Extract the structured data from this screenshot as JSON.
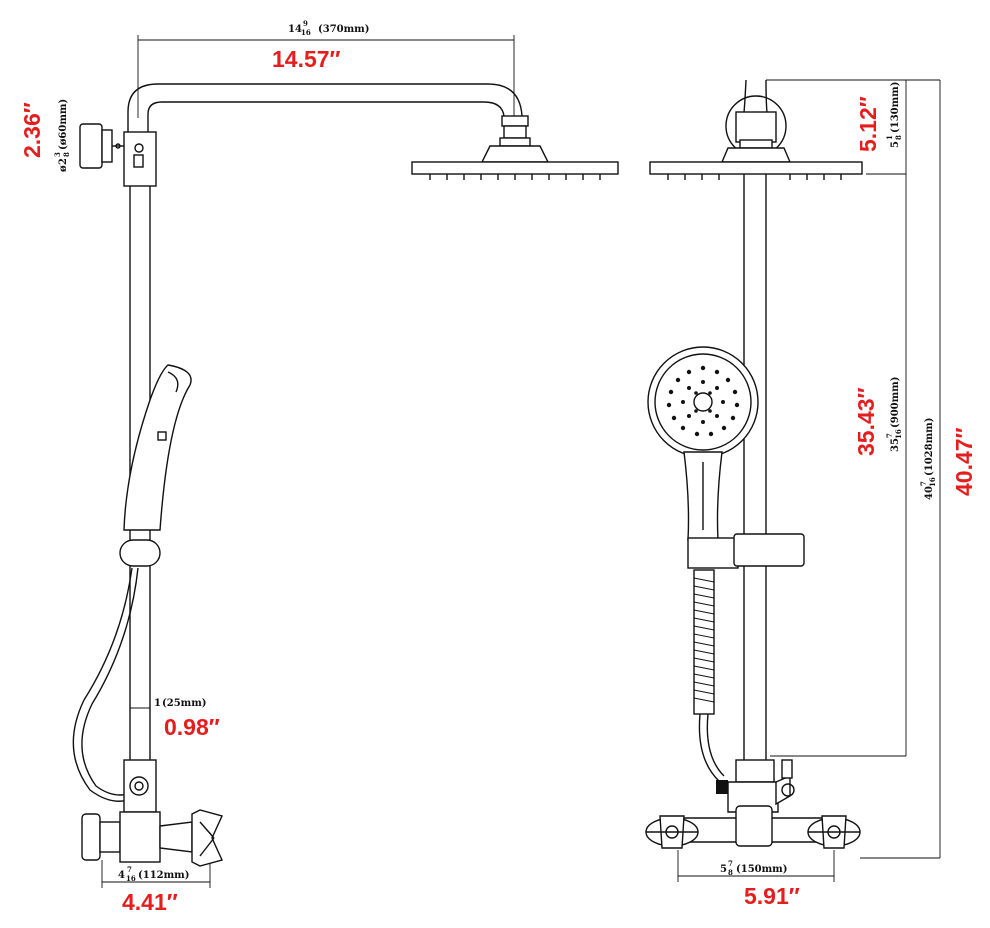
{
  "dimensions": {
    "width_top": {
      "imperial": "14.57″",
      "whole": "14",
      "num": "9",
      "den": "16",
      "metric": "(370mm)"
    },
    "holder_height": {
      "imperial": "2.36″",
      "prefix": "ø",
      "whole": "2",
      "num": "3",
      "den": "8",
      "metric": "(ø60mm)"
    },
    "wall_offset": {
      "imperial": "0.98″",
      "whole": "1",
      "metric": "(25mm)"
    },
    "valve_width": {
      "imperial": "4.41″",
      "whole": "4",
      "num": "7",
      "den": "16",
      "metric": "(112mm)"
    },
    "head_height": {
      "imperial": "5.12″",
      "whole": "5",
      "num": "1",
      "den": "8",
      "metric": "(130mm)"
    },
    "riser_height": {
      "imperial": "35.43″",
      "whole": "35",
      "num": "7",
      "den": "16",
      "metric": "(900mm)"
    },
    "total_height": {
      "imperial": "40.47″",
      "whole": "40",
      "num": "7",
      "den": "16",
      "metric": "(1028mm)"
    },
    "centers": {
      "imperial": "5.91″",
      "whole": "5",
      "num": "7",
      "den": "8",
      "metric": "(150mm)"
    }
  },
  "colors": {
    "line": "#111111",
    "dimension": "#e41d1d"
  }
}
